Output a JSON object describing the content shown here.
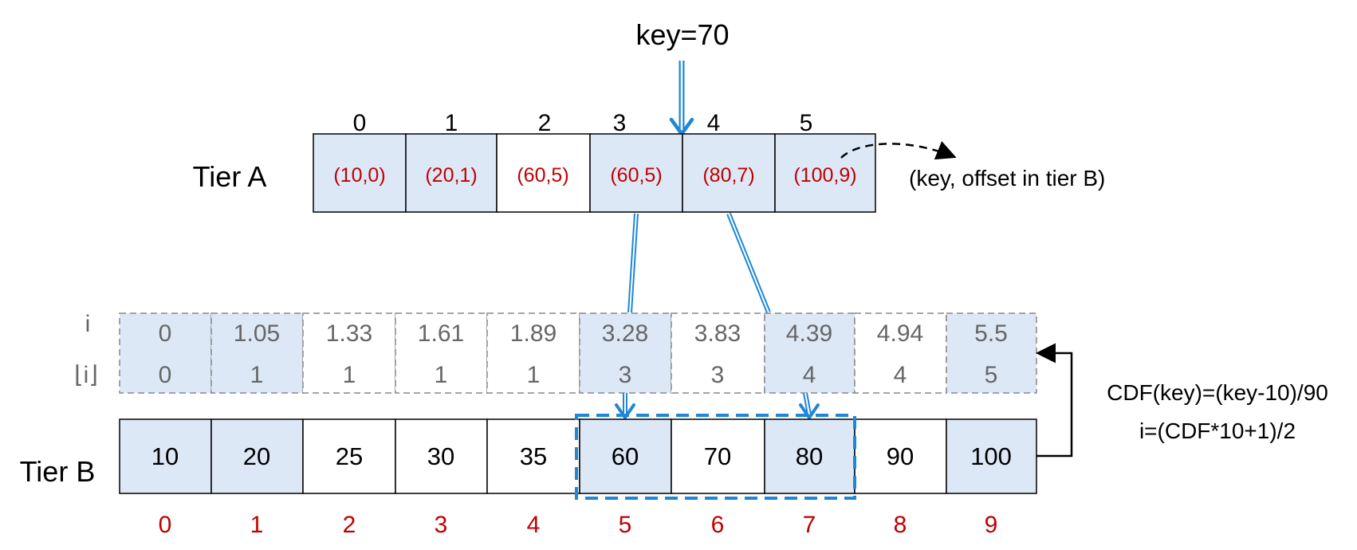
{
  "key_label": "key=70",
  "tier_a": {
    "label": "Tier A",
    "indices": [
      "0",
      "1",
      "2",
      "3",
      "4",
      "5"
    ],
    "cells": [
      "(10,0)",
      "(20,1)",
      "(60,5)",
      "(60,5)",
      "(80,7)",
      "(100,9)"
    ],
    "annotation": "(key, offset in tier B)"
  },
  "model_rows": {
    "row_label_i": "i",
    "row_label_floor": "⌊i⌋",
    "i_values": [
      "0",
      "1.05",
      "1.33",
      "1.61",
      "1.89",
      "3.28",
      "3.83",
      "4.39",
      "4.94",
      "5.5"
    ],
    "floor_values": [
      "0",
      "1",
      "1",
      "1",
      "1",
      "3",
      "3",
      "4",
      "4",
      "5"
    ]
  },
  "tier_b": {
    "label": "Tier B",
    "values": [
      "10",
      "20",
      "25",
      "30",
      "35",
      "60",
      "70",
      "80",
      "90",
      "100"
    ],
    "indices": [
      "0",
      "1",
      "2",
      "3",
      "4",
      "5",
      "6",
      "7",
      "8",
      "9"
    ]
  },
  "formula": {
    "line1": "CDF(key)=(key-10)/90",
    "line2": "i=(CDF*10+1)/2"
  },
  "colors": {
    "highlight_fill": "#dde8f7",
    "arrow_blue": "#1f87d6",
    "red_text": "#c00000",
    "gray_text": "#666666"
  }
}
